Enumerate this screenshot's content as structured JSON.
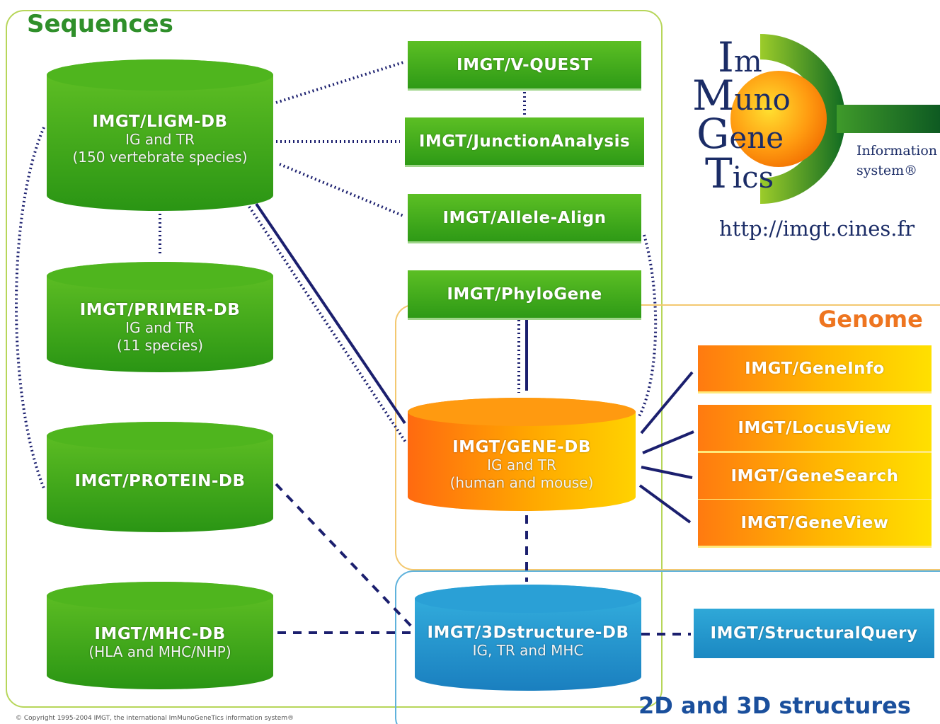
{
  "regions": {
    "sequences": "Sequences",
    "genome": "Genome",
    "structures": "2D and 3D structures"
  },
  "databases": {
    "ligm": {
      "name": "IMGT/LIGM-DB",
      "line1": "IG and TR",
      "line2": "(150 vertebrate species)"
    },
    "primer": {
      "name": "IMGT/PRIMER-DB",
      "line1": "IG and TR",
      "line2": "(11 species)"
    },
    "protein": {
      "name": "IMGT/PROTEIN-DB"
    },
    "mhc": {
      "name": "IMGT/MHC-DB",
      "line1": "(HLA and MHC/NHP)"
    },
    "gene": {
      "name": "IMGT/GENE-DB",
      "line1": "IG and TR",
      "line2": "(human and mouse)"
    },
    "structure": {
      "name": "IMGT/3Dstructure-DB",
      "line1": "IG, TR and MHC"
    }
  },
  "tools": {
    "vquest": "IMGT/V-QUEST",
    "junction": "IMGT/JunctionAnalysis",
    "allele": "IMGT/Allele-Align",
    "phylo": "IMGT/PhyloGene",
    "geneinfo": "IMGT/GeneInfo",
    "locusview": "IMGT/LocusView",
    "genesearch": "IMGT/GeneSearch",
    "geneview": "IMGT/GeneView",
    "structuralquery": "IMGT/StructuralQuery"
  },
  "logo": {
    "l1a": "I",
    "l1b": "m",
    "l2a": "M",
    "l2b": "uno",
    "l3a": "G",
    "l3b": "ene",
    "l4a": "T",
    "l4b": "ics",
    "info1": "Information",
    "info2": "system®",
    "url": "http://imgt.cines.fr"
  },
  "copyright": "© Copyright 1995-2004 IMGT, the international ImMunoGeneTics information system®",
  "colors": {
    "sequences": "#a6cc3a",
    "genome": "#f0b640",
    "structures": "#2b8fc4",
    "link": "#1b1f6e"
  }
}
